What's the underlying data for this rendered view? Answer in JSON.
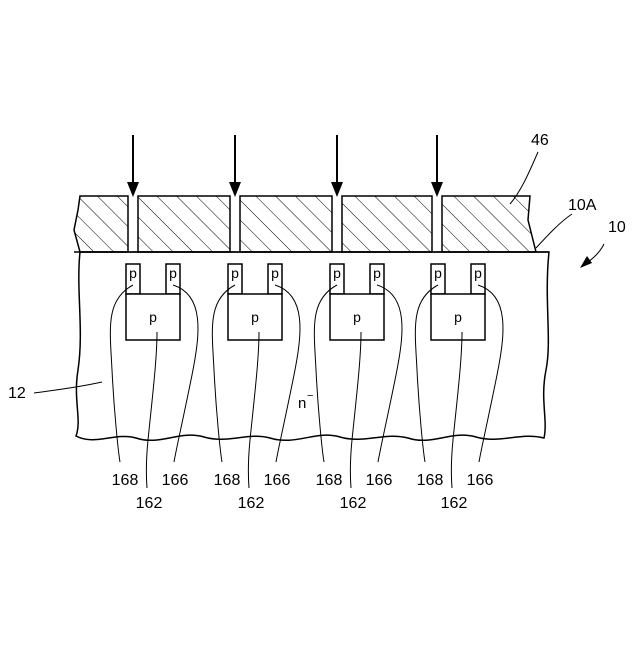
{
  "diagram": {
    "region_p_label": "p",
    "small_p_label": "p",
    "n_minus_label": "n",
    "n_minus_sup": "−",
    "labels": {
      "mask": "46",
      "surface": "10A",
      "device": "10",
      "substrate": "12"
    },
    "column_labels": {
      "left_outer": "168",
      "right_outer": "166",
      "center": "162"
    },
    "columns": 4
  }
}
